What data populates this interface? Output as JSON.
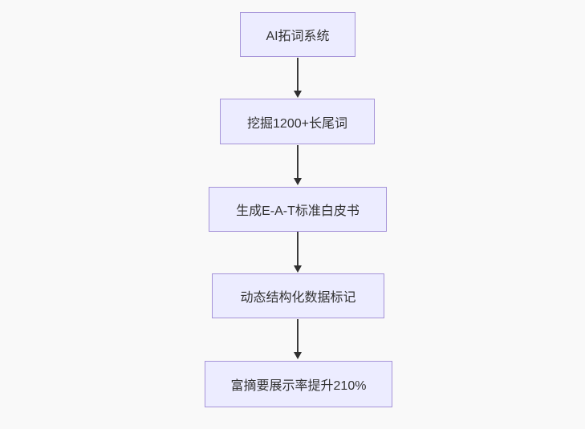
{
  "diagram": {
    "type": "flowchart",
    "direction": "top-down",
    "theme": {
      "background": "#f9f9f9",
      "node_fill": "#ececff",
      "node_border": "#9370db",
      "node_text_color": "#333333",
      "arrow_color": "#333333"
    },
    "nodes": [
      {
        "id": "n1",
        "label": "AI拓词系统"
      },
      {
        "id": "n2",
        "label": "挖掘1200+长尾词"
      },
      {
        "id": "n3",
        "label": "生成E-A-T标准白皮书"
      },
      {
        "id": "n4",
        "label": "动态结构化数据标记"
      },
      {
        "id": "n5",
        "label": "富摘要展示率提升210%"
      }
    ],
    "edges": [
      {
        "from": "n1",
        "to": "n2"
      },
      {
        "from": "n2",
        "to": "n3"
      },
      {
        "from": "n3",
        "to": "n4"
      },
      {
        "from": "n4",
        "to": "n5"
      }
    ]
  }
}
